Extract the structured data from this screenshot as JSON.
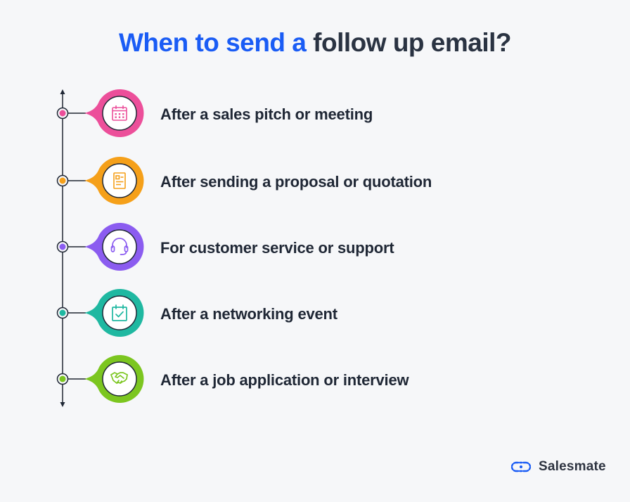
{
  "title": {
    "highlight": "When to send a",
    "rest": "follow up email?"
  },
  "colors": {
    "accent": "#1a5cf5",
    "text": "#1f2735",
    "background": "#f6f7f9",
    "pink": "#ec4f9a",
    "orange": "#f5a01a",
    "purple": "#8b5cf0",
    "teal": "#1fb8a1",
    "green": "#7cc620"
  },
  "items": [
    {
      "label": "After a sales pitch or meeting",
      "icon": "calendar-icon",
      "color": "#ec4f9a"
    },
    {
      "label": "After sending a proposal or quotation",
      "icon": "document-icon",
      "color": "#f5a01a"
    },
    {
      "label": "For customer service or support",
      "icon": "headset-icon",
      "color": "#8b5cf0"
    },
    {
      "label": "After a networking event",
      "icon": "calendar-check-icon",
      "color": "#1fb8a1"
    },
    {
      "label": "After a job application or interview",
      "icon": "handshake-icon",
      "color": "#7cc620"
    }
  ],
  "brand": {
    "name": "Salesmate"
  }
}
